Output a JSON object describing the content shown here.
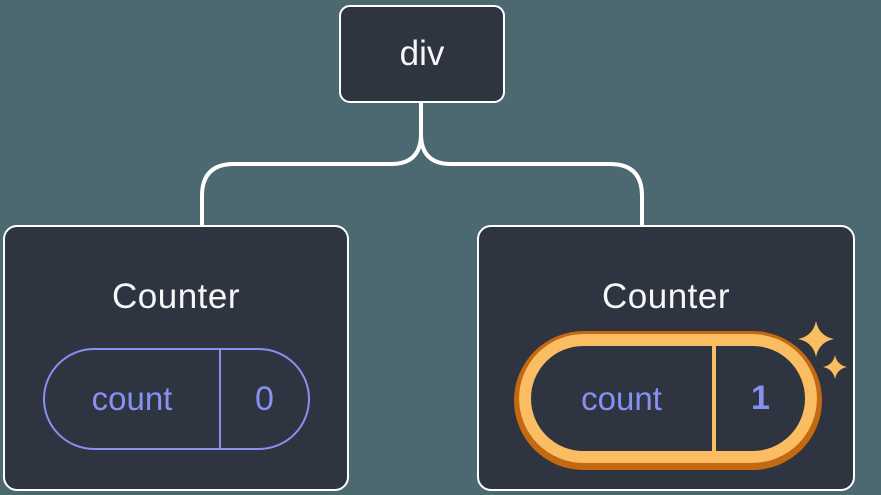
{
  "canvas": {
    "background": "#4C6870"
  },
  "palette": {
    "node_fill": "#2E3440",
    "node_border": "#FFFFFF",
    "connector": "#FFFFFF",
    "purple": "#8890F2",
    "orange_light": "#FABD62",
    "orange_dark": "#C4690F",
    "text_light": "#F6F7F9"
  },
  "tree": {
    "root": {
      "label": "div"
    },
    "children": [
      {
        "title": "Counter",
        "state": {
          "key": "count",
          "value": "0"
        },
        "highlighted": false
      },
      {
        "title": "Counter",
        "state": {
          "key": "count",
          "value": "1"
        },
        "highlighted": true
      }
    ]
  }
}
